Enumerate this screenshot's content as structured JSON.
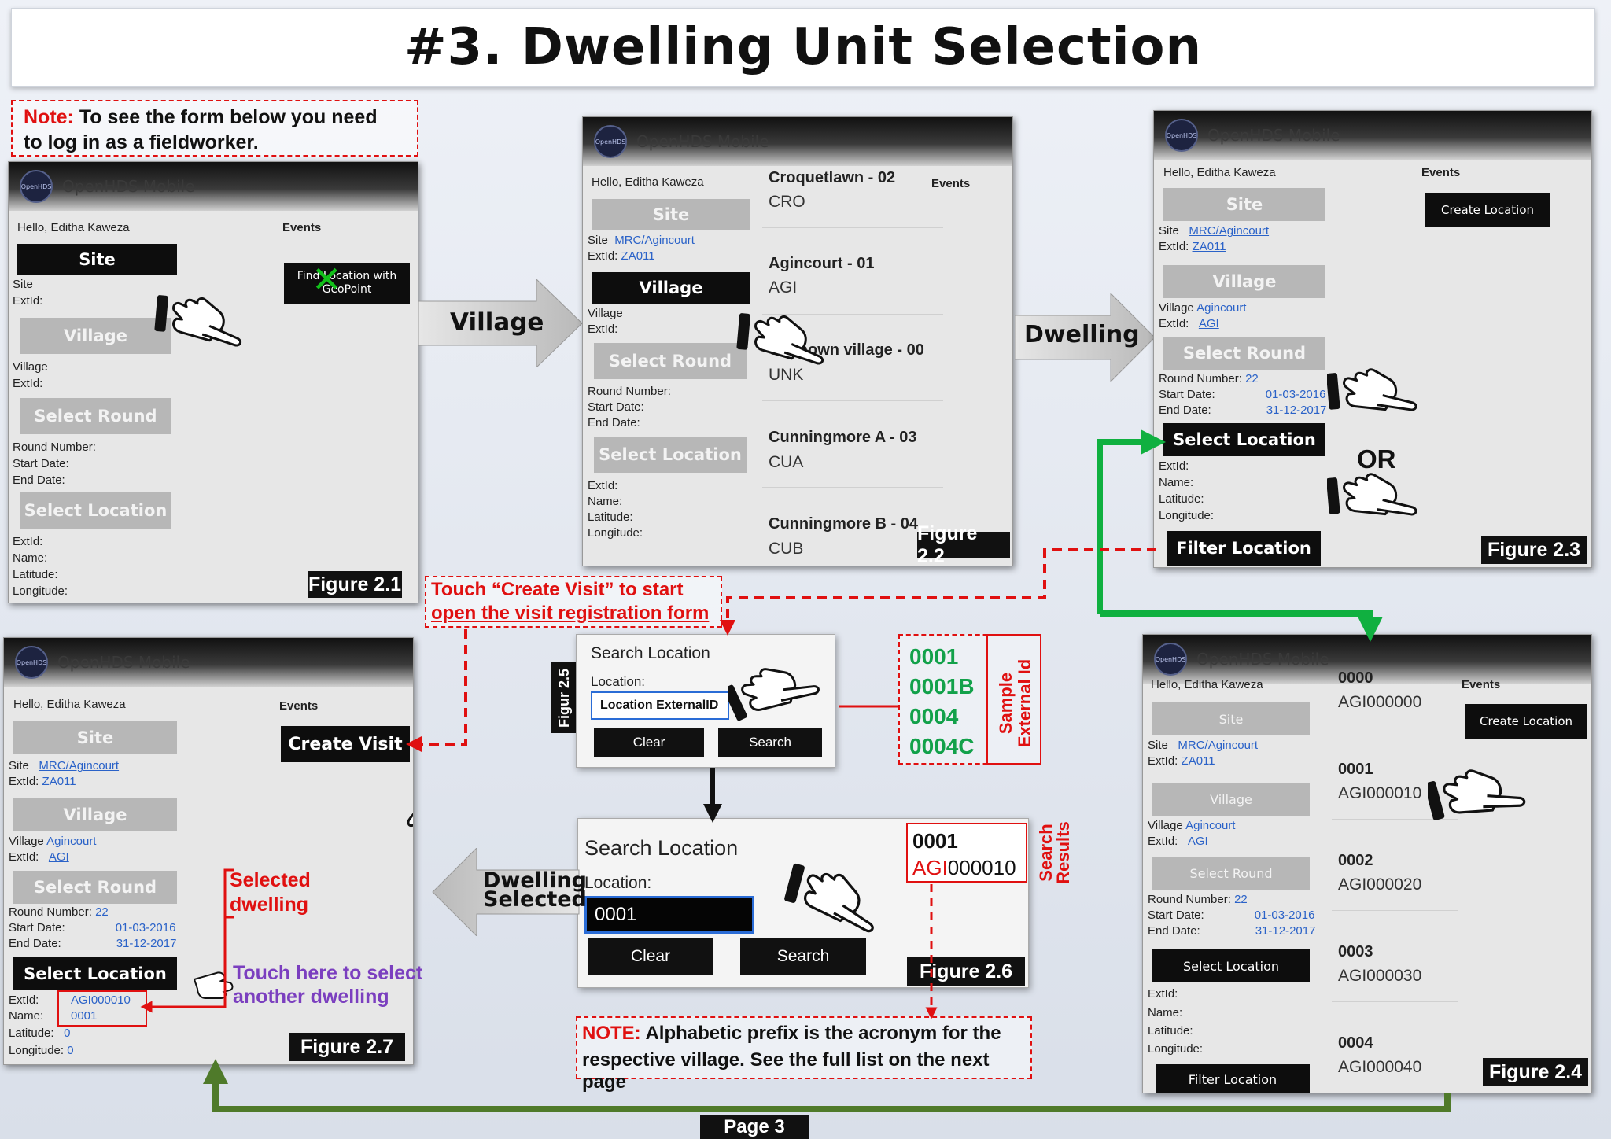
{
  "title": "#3. Dwelling Unit Selection",
  "app_name": "OpenHDS Mobile",
  "logo_text": "OpenHDS",
  "greeting": "Hello, Editha Kaweza",
  "events": "Events",
  "note_top": {
    "prefix": "Note:",
    "text1": "To see the form below you need",
    "text2": "to log in as a fieldworker."
  },
  "labels": {
    "site": "Site",
    "extid": "ExtId:",
    "village": "Village",
    "round_number": "Round Number:",
    "start_date": "Start Date:",
    "end_date": "End Date:",
    "name": "Name:",
    "latitude": "Latitude:",
    "longitude": "Longitude:"
  },
  "buttons": {
    "site": "Site",
    "village": "Village",
    "select_round": "Select Round",
    "select_location": "Select Location",
    "filter_location": "Filter Location",
    "find_location_1": "Find Location with",
    "find_location_2": "GeoPoint",
    "create_location": "Create Location",
    "create_visit": "Create Visit",
    "clear": "Clear",
    "search": "Search"
  },
  "values": {
    "site": "MRC/Agincourt",
    "site_extid": "ZA011",
    "village": "Agincourt",
    "village_extid": "AGI",
    "round_number": "22",
    "start_date": "01-03-2016",
    "end_date": "31-12-2017",
    "loc_extid": "AGI000010",
    "loc_name": "0001",
    "lat": "0",
    "lon": "0"
  },
  "figures": {
    "f21": "Figure 2.1",
    "f22": "Figure 2.2",
    "f23": "Figure 2.3",
    "f24": "Figure 2.4",
    "f25": "Figur 2.5",
    "f26": "Figure 2.6",
    "f27": "Figure 2.7"
  },
  "villages": [
    {
      "name": "Croquetlawn - 02",
      "code": "CRO"
    },
    {
      "name": "Agincourt - 01",
      "code": "AGI"
    },
    {
      "name": "Unknown village - 00",
      "code": "UNK"
    },
    {
      "name": "Cunningmore A - 03",
      "code": "CUA"
    },
    {
      "name": "Cunningmore B - 04",
      "code": "CUB"
    }
  ],
  "locations": [
    {
      "id": "0000",
      "code": "AGI000000"
    },
    {
      "id": "0001",
      "code": "AGI000010"
    },
    {
      "id": "0002",
      "code": "AGI000020"
    },
    {
      "id": "0003",
      "code": "AGI000030"
    },
    {
      "id": "0004",
      "code": "AGI000040"
    }
  ],
  "arrows": {
    "village": "Village",
    "dwelling": "Dwelling",
    "or": "OR",
    "dwelling_selected_1": "Dwelling",
    "dwelling_selected_2": "Selected"
  },
  "search_dialog": {
    "title": "Search Location",
    "location_label": "Location:",
    "placeholder": "Location ExternalID",
    "value": "0001"
  },
  "sample_ids": {
    "items": [
      "0001",
      "0001B",
      "0004",
      "0004C"
    ],
    "label_1": "Sample",
    "label_2": "External Id"
  },
  "search_results": {
    "id": "0001",
    "prefix": "AGI",
    "rest": "000010",
    "label_1": "Search",
    "label_2": "Results"
  },
  "notes": {
    "create_visit_1": "Touch “Create Visit” to start",
    "create_visit_2": "open the visit registration form",
    "selected_1": "Selected",
    "selected_2": "dwelling",
    "touch_1": "Touch here to select",
    "touch_2": "another dwelling",
    "prefix_label": "NOTE:",
    "prefix_1": "Alphabetic prefix is the acronym for the",
    "prefix_2": "respective village. See the full list on the next page"
  },
  "footer": "Page 3",
  "colors": {
    "red": "#e01010",
    "green": "#12a14a",
    "flow_green": "#10b040",
    "olive": "#4f7a2a",
    "purple": "#7b3fbf",
    "blue_link": "#2a62c8"
  }
}
